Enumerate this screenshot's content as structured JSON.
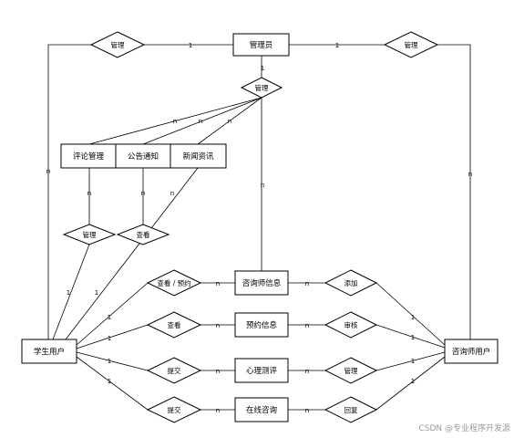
{
  "entities": {
    "admin": "管理员",
    "comment_mgmt": "评论管理",
    "announcement": "公告通知",
    "news": "新闻资讯",
    "consultant_info": "咨询师信息",
    "appointment_info": "预约信息",
    "psych_test": "心理测评",
    "online_consult": "在线咨询",
    "student_user": "学生用户",
    "consultant_user": "咨询师用户"
  },
  "relationships": {
    "admin_student": "管理",
    "admin_consultant": "管理",
    "admin_modules": "管理",
    "comment_manage": "管理",
    "view_news": "查看",
    "view_book": "查看 / 预约",
    "view_appointment": "查看",
    "submit_test": "提交",
    "submit_consult": "提交",
    "add": "添加",
    "review": "审核",
    "manage_test": "管理",
    "reply": "回复"
  },
  "cardinality": {
    "one": "1",
    "many": "n"
  },
  "watermark": "CSDN @专业程序开发源"
}
